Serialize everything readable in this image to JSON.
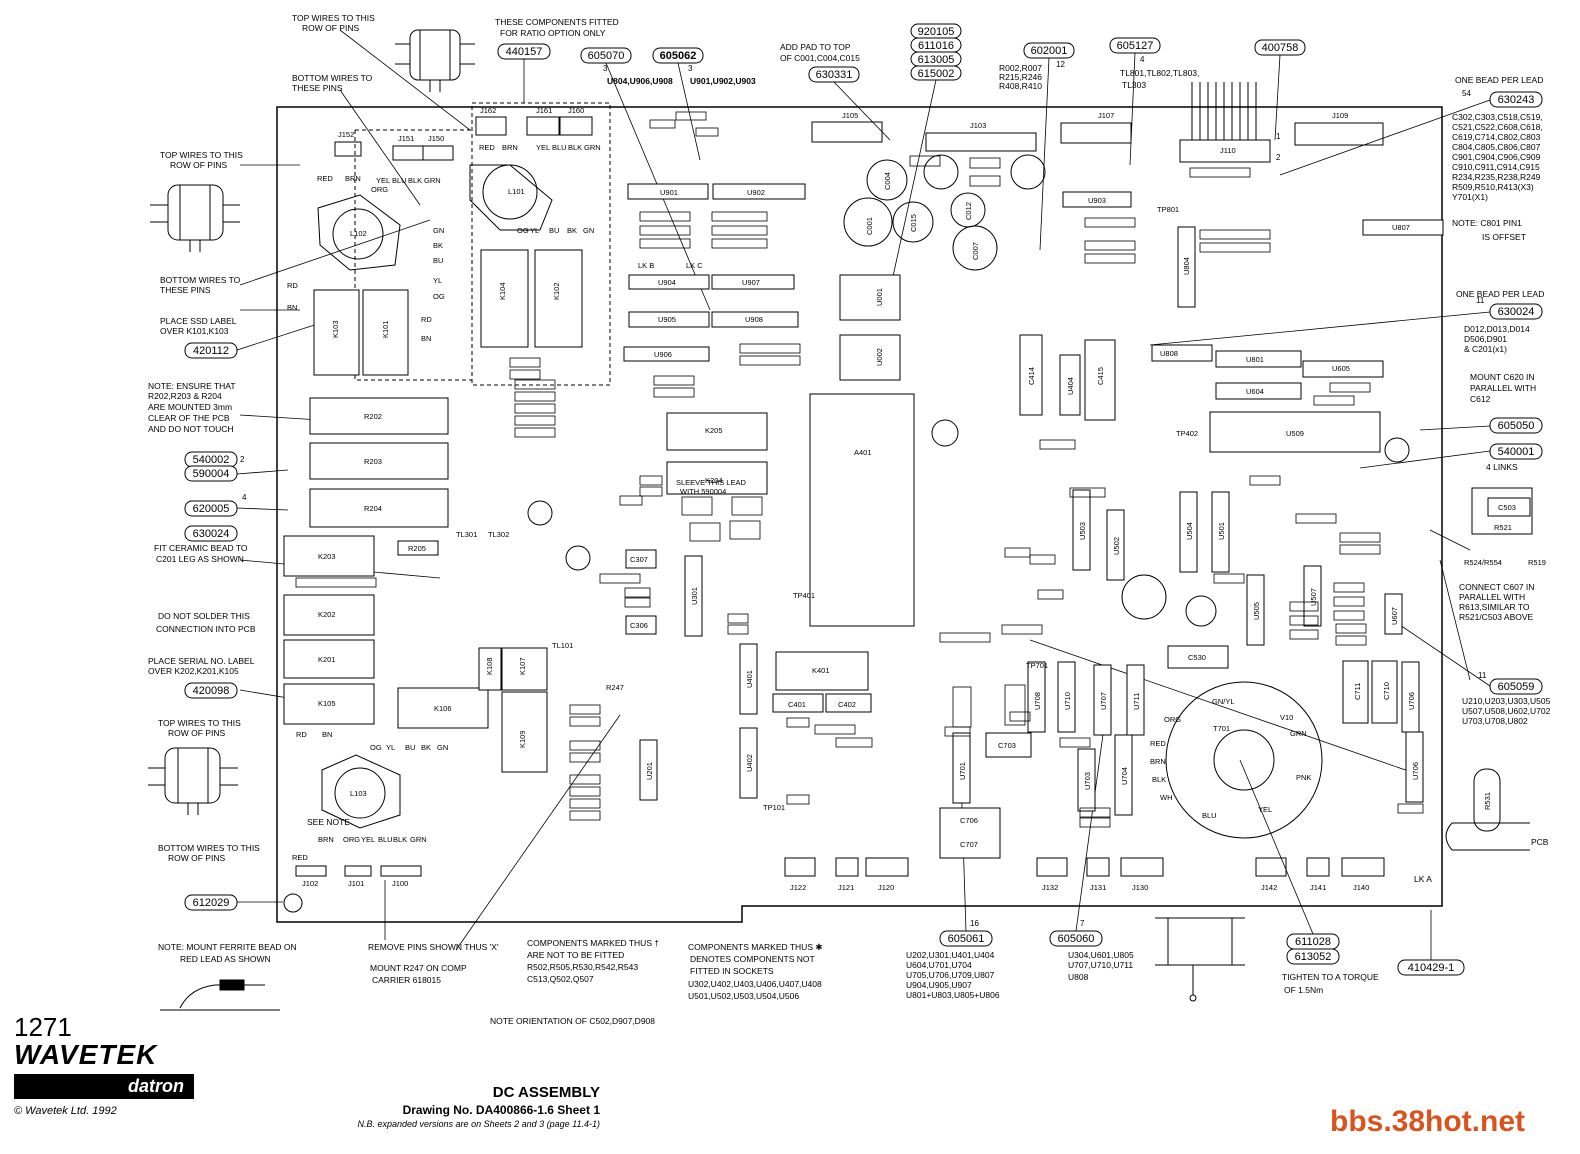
{
  "part_refs": [
    {
      "id": "440157"
    },
    {
      "id": "605070"
    },
    {
      "id": "605062"
    },
    {
      "id": "630331"
    },
    {
      "id": "920105"
    },
    {
      "id": "611016"
    },
    {
      "id": "613005"
    },
    {
      "id": "615002"
    },
    {
      "id": "602001"
    },
    {
      "id": "605127"
    },
    {
      "id": "400758"
    },
    {
      "id": "630243"
    },
    {
      "id": "630024"
    },
    {
      "id": "605050"
    },
    {
      "id": "540001"
    },
    {
      "id": "605059"
    },
    {
      "id": "420112"
    },
    {
      "id": "540002"
    },
    {
      "id": "590004"
    },
    {
      "id": "620005"
    },
    {
      "id": "630024"
    },
    {
      "id": "420098"
    },
    {
      "id": "612029"
    },
    {
      "id": "605061"
    },
    {
      "id": "605060"
    },
    {
      "id": "611028"
    },
    {
      "id": "613052"
    },
    {
      "id": "410429-1"
    }
  ],
  "notes": {
    "top_wires_1": "TOP WIRES TO THIS",
    "top_wires_1b": "ROW OF PINS",
    "bottom_wires_1": "BOTTOM WIRES TO",
    "bottom_wires_1b": "THESE PINS",
    "ratio_1": "THESE COMPONENTS FITTED",
    "ratio_2": "FOR RATIO OPTION ONLY",
    "add_pad_1": "ADD PAD TO TOP",
    "add_pad_2": "OF C001,C004,C015",
    "r002": "R002,R007",
    "r215": "R215,R246",
    "r408": "R408,R410",
    "tl801": "TL801,TL802,TL803,",
    "tl303": "TL303",
    "u804": "U804,U906,U908",
    "u901": "U901,U902,U903",
    "one_bead_1": "ONE BEAD PER LEAD",
    "bead_list_1": "C302,C303,C518,C519,",
    "bead_list_2": "C521,C522,C608,C618,",
    "bead_list_3": "C619,C714,C802,C803",
    "bead_list_4": "C804,C805,C806,C807",
    "bead_list_5": "C901,C904,C906,C909",
    "bead_list_6": "C910,C911,C914,C915",
    "bead_list_7": "R234,R235,R238,R249",
    "bead_list_8": "R509,R510,R413(X3)",
    "bead_list_9": "Y701(X1)",
    "c801_1": "NOTE: C801 PIN1",
    "c801_2": "IS OFFSET",
    "one_bead_2": "ONE BEAD PER LEAD",
    "d012_1": "D012,D013,D014",
    "d012_2": "D506,D901",
    "d012_3": "& C201(x1)",
    "mount_c620_1": "MOUNT C620 IN",
    "mount_c620_2": "PARALLEL WITH",
    "mount_c620_3": "C612",
    "four_links": "4 LINKS",
    "connect_1": "CONNECT C607 IN",
    "connect_2": "PARALLEL WITH",
    "connect_3": "R613,SIMILAR TO",
    "connect_4": "R521/C503 ABOVE",
    "u210_1": "U210,U203,U303,U505",
    "u210_2": "U507,U508,U602,U702",
    "u210_3": "U703,U708,U802",
    "top_wires_2": "TOP WIRES TO THIS",
    "top_wires_2b": "ROW OF PINS",
    "bottom_wires_2": "BOTTOM WIRES TO",
    "bottom_wires_2b": "THESE PINS",
    "ssd_1": "PLACE SSD LABEL",
    "ssd_2": "OVER K101,K103",
    "ensure_1": "NOTE: ENSURE THAT",
    "ensure_2": "R202,R203 & R204",
    "ensure_3": "ARE MOUNTED 3mm",
    "ensure_4": "CLEAR OF THE PCB",
    "ensure_5": "AND DO NOT TOUCH",
    "bead_c201_1": "FIT CERAMIC BEAD TO",
    "bead_c201_2": "C201 LEG AS SHOWN",
    "no_solder_1": "DO NOT SOLDER THIS",
    "no_solder_2": "CONNECTION INTO PCB",
    "serial_1": "PLACE SERIAL NO. LABEL",
    "serial_2": "OVER K202,K201,K105",
    "top_wires_3": "TOP WIRES TO THIS",
    "top_wires_3b": "ROW OF PINS",
    "bottom_wires_3": "BOTTOM WIRES TO THIS",
    "bottom_wires_3b": "ROW OF PINS",
    "ferrite_1": "NOTE: MOUNT FERRITE BEAD ON",
    "ferrite_2": "RED LEAD AS SHOWN",
    "remove_pins": "REMOVE PINS SHOWN THUS 'X'",
    "mount_r247_1": "MOUNT R247 ON COMP",
    "mount_r247_2": "CARRIER 618015",
    "dagger_1": "COMPONENTS MARKED THUS †",
    "dagger_2": "ARE NOT TO BE FITTED",
    "dagger_3": "R502,R505,R530,R542,R543",
    "dagger_4": "C513,Q502,Q507",
    "star_1": "COMPONENTS MARKED THUS ✱",
    "star_2": "DENOTES COMPONENTS NOT",
    "star_3": "FITTED IN SOCKETS",
    "star_4": "U302,U402,U403,U406,U407,U408",
    "star_5": "U501,U502,U503,U504,U506",
    "orientation": "NOTE ORIENTATION OF C502,D907,D908",
    "u202_1": "U202,U301,U401,U404",
    "u202_2": "U604,U701,U704",
    "u202_3": "U705,U706,U709,U807",
    "u202_4": "U904,U905,U907",
    "u202_5": "U801+U803,U805+U806",
    "u304_1": "U304,U601,U805",
    "u304_2": "U707,U710,U711",
    "u304_3": "U808",
    "torque_1": "TIGHTEN TO A TORQUE",
    "torque_2": "OF 1.5Nm",
    "see_note": "SEE NOTE",
    "pcb": "PCB",
    "lk_a": "LK A"
  },
  "counts": {
    "n3a": "3",
    "n3b": "3",
    "n12": "12",
    "n4": "4",
    "n1": "1",
    "n2": "2",
    "n54": "54",
    "n11a": "11",
    "n11b": "11",
    "n2b": "2",
    "n4b": "4",
    "n16": "16",
    "n7": "7"
  },
  "connectors": {
    "j152": "J152",
    "j151": "J151",
    "j150": "J150",
    "j162": "J162",
    "j161": "J161",
    "j160": "J160",
    "j105": "J105",
    "j103": "J103",
    "j107": "J107",
    "j110": "J110",
    "j109": "J109",
    "j102": "J102",
    "j101": "J101",
    "j100": "J100",
    "j122": "J122",
    "j121": "J121",
    "j120": "J120",
    "j132": "J132",
    "j131": "J131",
    "j130": "J130",
    "j142": "J142",
    "j141": "J141",
    "j140": "J140"
  },
  "wires": {
    "red": "RED",
    "brn": "BRN",
    "org": "ORG",
    "yel": "YEL",
    "blu": "BLU",
    "blk": "BLK",
    "grn": "GRN",
    "gn": "GN",
    "bk": "BK",
    "bu": "BU",
    "yl": "YL",
    "og": "OG",
    "rd": "RD",
    "bn": "BN",
    "gnyl": "GN/YL",
    "wh": "WH",
    "pnk": "PNK",
    "v10": "V10"
  },
  "relays": {
    "k104": "K104",
    "k102": "K102",
    "k103": "K103",
    "k101": "K101",
    "k205": "K205",
    "k204": "K204",
    "k203": "K203",
    "k202": "K202",
    "k201": "K201",
    "k105": "K105",
    "k106": "K106",
    "k108": "K108",
    "k107": "K107",
    "k109": "K109",
    "k401": "K401"
  },
  "resistors": {
    "r202": "R202",
    "r203": "R203",
    "r204": "R204",
    "r205": "R205",
    "r521": "R521",
    "r531": "R531",
    "r524": "R524/R554",
    "r519": "R519",
    "r247": "R247"
  },
  "chips": {
    "u901": "U901",
    "u902": "U902",
    "u904": "U904",
    "u907": "U907",
    "u905": "U905",
    "u908": "U908",
    "u906": "U906",
    "a401": "A401",
    "u509": "U509",
    "u808": "U808",
    "u801": "U801",
    "u604": "U604",
    "u605": "U605",
    "u807": "U807",
    "u804": "U804",
    "u903": "U903",
    "u404": "U404",
    "c414": "C414",
    "c415": "C415",
    "u301": "U301",
    "u401": "U401",
    "u402": "U402",
    "u201": "U201",
    "u503": "U503",
    "u502": "U502",
    "u504": "U504",
    "u501": "U501",
    "u505": "U505",
    "u701": "U701",
    "u703": "U703",
    "u704": "U704",
    "u707": "U707",
    "u708": "U708",
    "u710": "U710",
    "u711": "U711",
    "u706": "U706",
    "c703": "C703",
    "c706": "C706",
    "c707": "C707",
    "c711": "C711",
    "c710": "C710",
    "c530": "C530",
    "c401": "C401",
    "c402": "C402",
    "c306": "C306",
    "c307": "C307",
    "u507": "U507",
    "u607": "U607",
    "c503": "C503",
    "t701": "T701",
    "l101": "L101",
    "l102": "L102",
    "l103": "L103",
    "c004": "C004",
    "c001": "C001",
    "c015": "C015",
    "c012": "C012",
    "c007": "C007",
    "u001": "U001",
    "u002": "U002"
  },
  "labels": {
    "sleeve_1": "SLEEVE THIS LEAD",
    "sleeve_2": "WITH 590004",
    "lkb": "LK B",
    "lkc": "LK C",
    "tl301": "TL301",
    "tl302": "TL302",
    "tl101": "TL101",
    "tp701": "TP701",
    "tp401": "TP401",
    "tp101": "TP101",
    "tp402": "TP402",
    "tp801": "TP801"
  },
  "footer": {
    "model": "1271",
    "brand": "WAVETEK",
    "sub": "datron",
    "copyright": "© Wavetek Ltd. 1992",
    "title": "DC ASSEMBLY",
    "drawing": "Drawing No.  DA400866-1.6    Sheet 1",
    "nb": "N.B. expanded versions are on Sheets 2 and 3 (page 11.4-1)",
    "watermark": "bbs.38hot.net"
  }
}
